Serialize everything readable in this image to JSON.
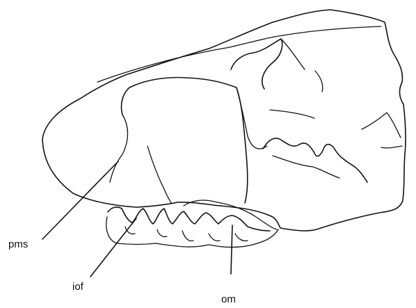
{
  "figure": {
    "labels": {
      "pms": "pms",
      "iof": "iof",
      "om": "om"
    },
    "colors": {
      "ink": "#111111",
      "background": "#ffffff"
    }
  }
}
